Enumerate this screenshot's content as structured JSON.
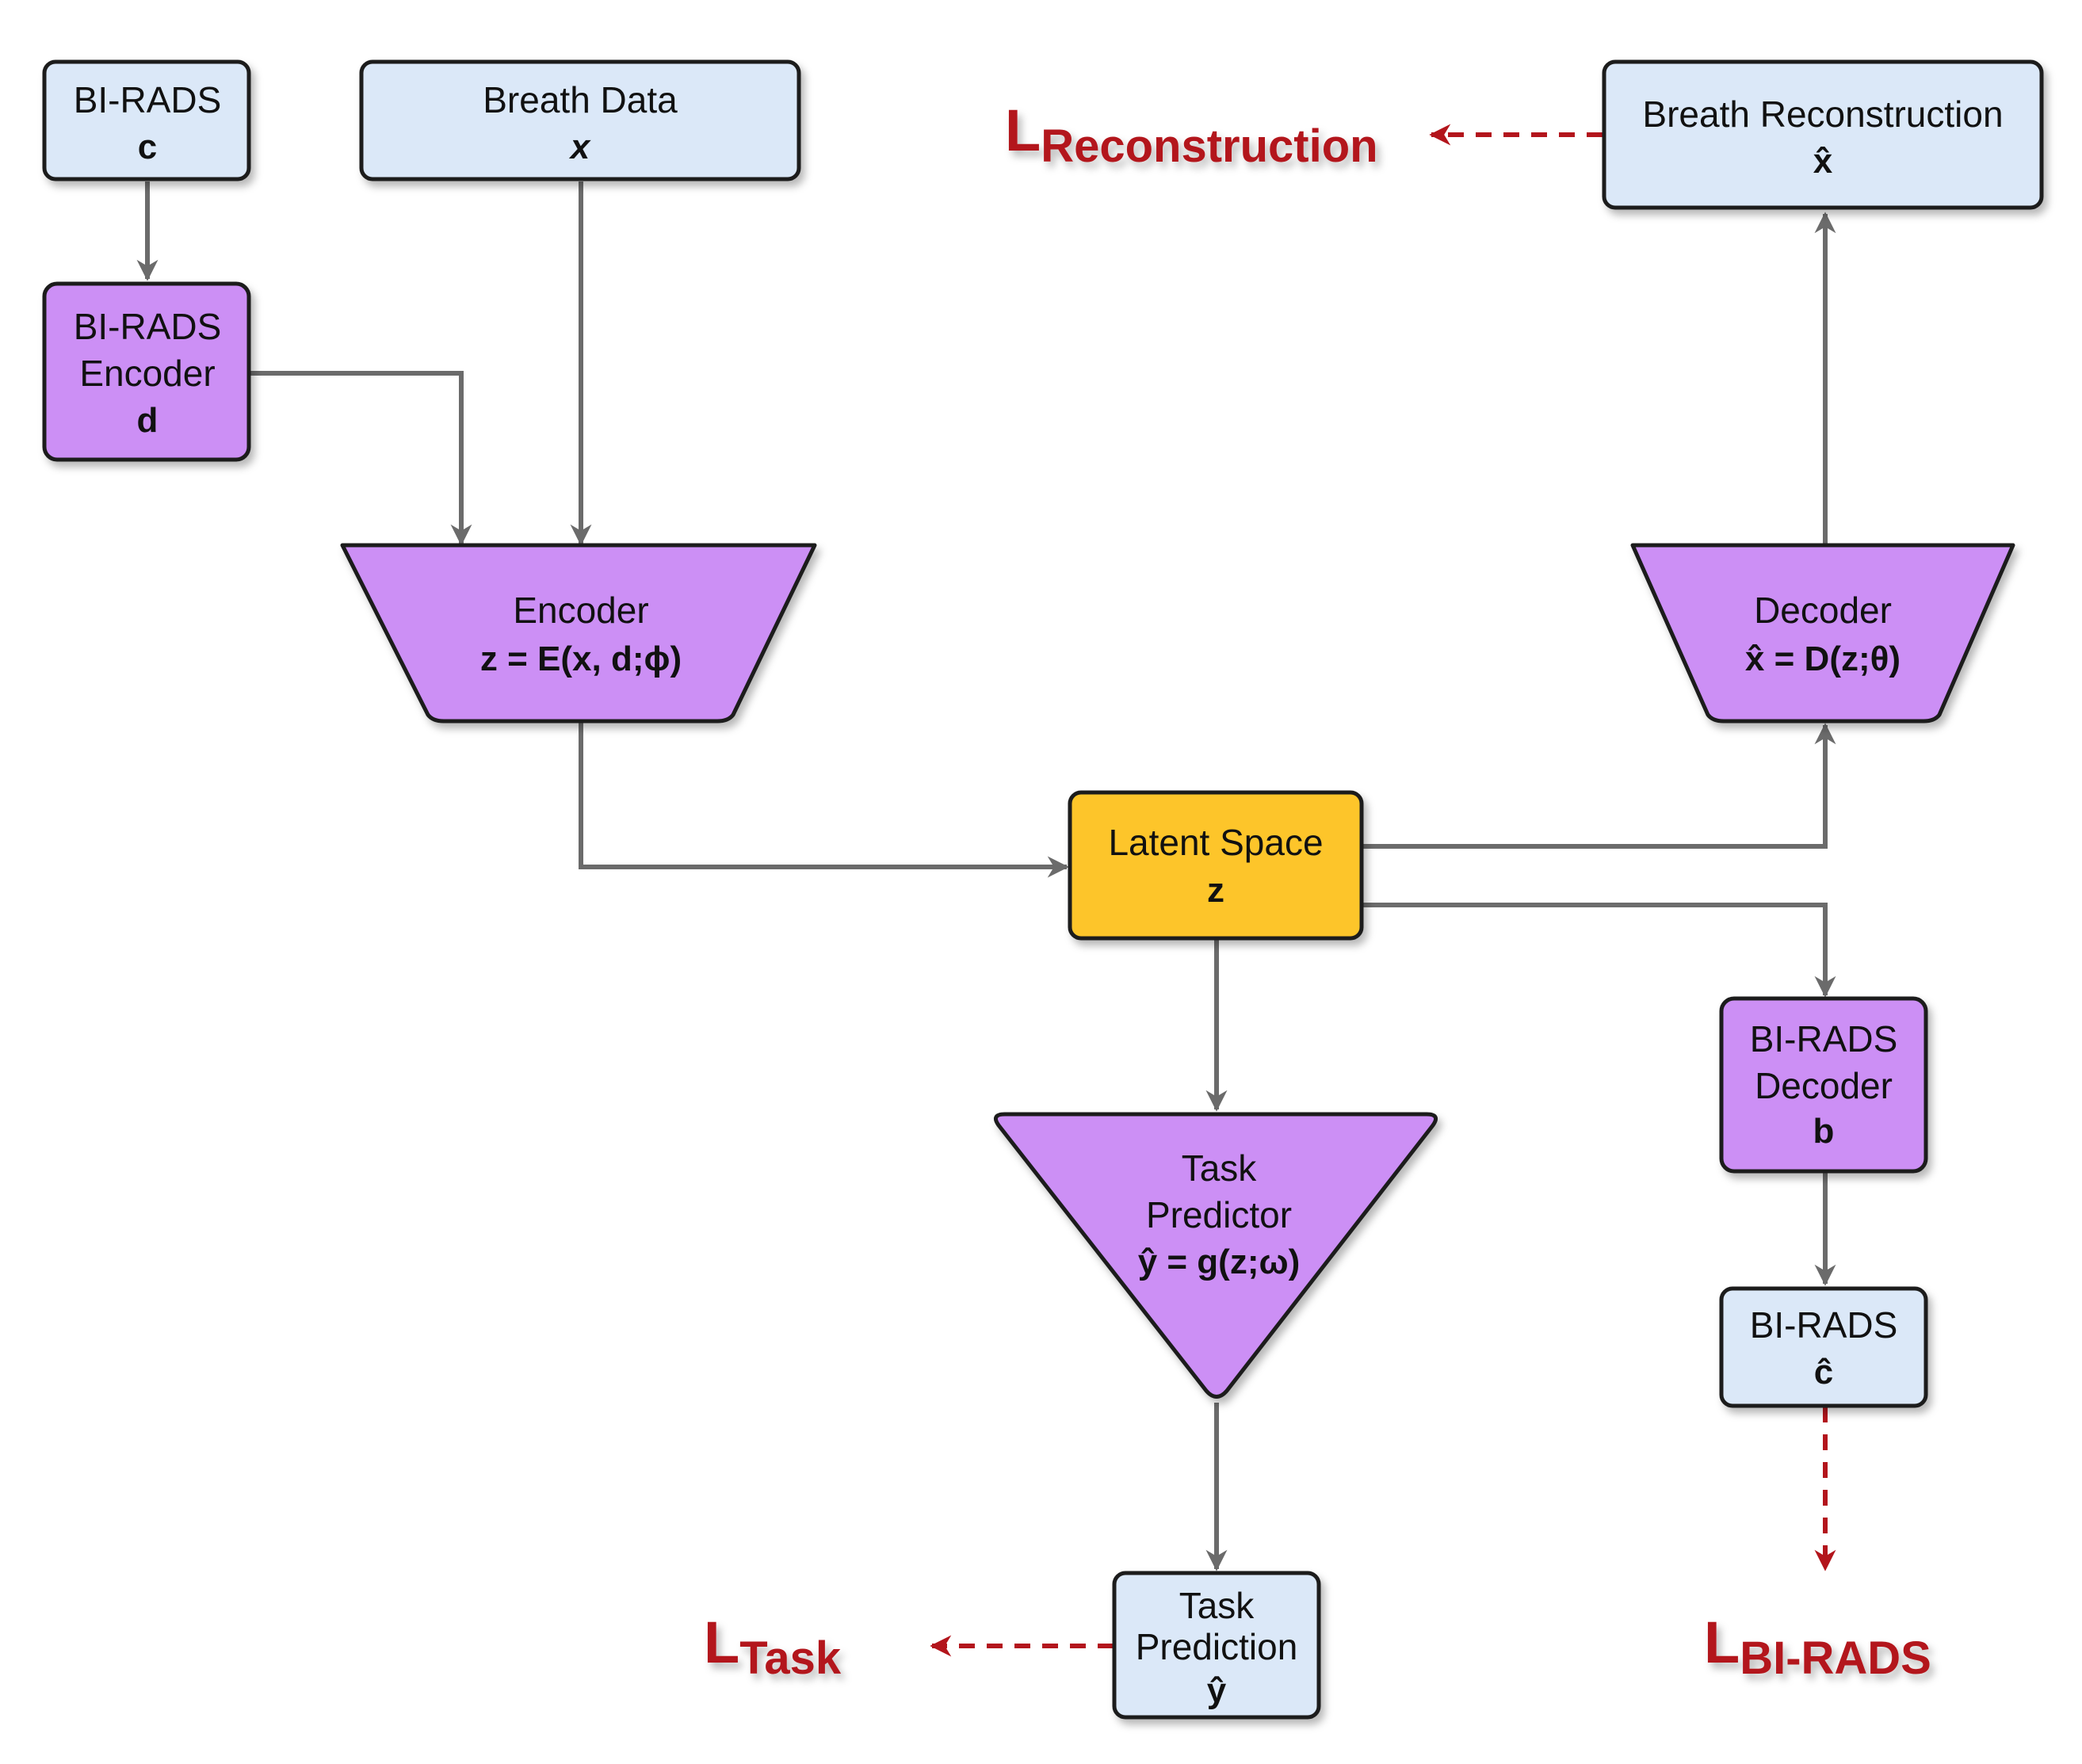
{
  "colors": {
    "input_box": "#dbe8f8",
    "module": "#cc8ff5",
    "latent": "#fdc52c",
    "flow_arrow": "#6b6b6b",
    "loss": "#b3151c",
    "border": "#1a1a1a"
  },
  "nodes": {
    "birads_input": {
      "label": "BI-RADS",
      "symbol": "c"
    },
    "breath_data": {
      "label": "Breath Data",
      "symbol": "x"
    },
    "birads_encoder": {
      "label_line1": "BI-RADS",
      "label_line2": "Encoder",
      "symbol": "d"
    },
    "encoder": {
      "label": "Encoder",
      "formula": "z = E(x, d;ϕ)"
    },
    "latent_space": {
      "label": "Latent Space",
      "symbol": "z"
    },
    "decoder": {
      "label": "Decoder",
      "formula": "x̂ = D(z;θ)"
    },
    "breath_reconstruction": {
      "label": "Breath Reconstruction",
      "symbol": "x̂"
    },
    "task_predictor": {
      "label_line1": "Task",
      "label_line2": "Predictor",
      "formula": "ŷ = g(z;ω)"
    },
    "task_prediction": {
      "label_line1": "Task",
      "label_line2": "Prediction",
      "symbol": "ŷ"
    },
    "birads_decoder": {
      "label_line1": "BI-RADS",
      "label_line2": "Decoder",
      "symbol": "b"
    },
    "birads_output": {
      "label": "BI-RADS",
      "symbol": "ĉ"
    }
  },
  "losses": {
    "reconstruction": {
      "base": "L",
      "subscript": "Reconstruction"
    },
    "task": {
      "base": "L",
      "subscript": "Task"
    },
    "birads": {
      "base": "L",
      "subscript": "BI-RADS"
    }
  }
}
